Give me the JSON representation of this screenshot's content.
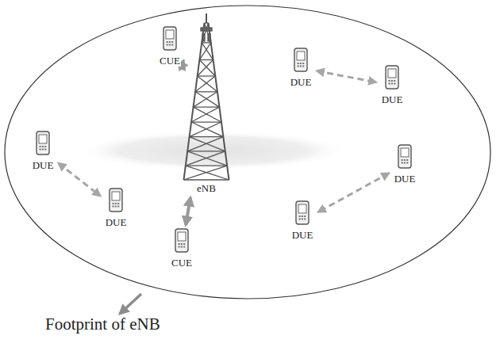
{
  "diagram": {
    "nodes": [
      {
        "text": [
          "CUE"
        ]
      },
      {
        "text": [
          "DUE"
        ]
      },
      {
        "text": [
          "DUE"
        ]
      },
      {
        "text": [
          "eNB"
        ]
      },
      {
        "text": [
          "DUE"
        ]
      },
      {
        "text": [
          "DUE"
        ]
      },
      {
        "text": [
          "DUE"
        ]
      },
      {
        "text": [
          "DUE"
        ]
      },
      {
        "text": [
          "CUE"
        ]
      }
    ],
    "edges": [
      {
        "from": 0,
        "to": 3,
        "arrow": "both"
      },
      {
        "from": 8,
        "to": 3,
        "arrow": "both"
      },
      {
        "from": 1,
        "to": 2,
        "arrow": "both"
      },
      {
        "from": 4,
        "to": 6,
        "arrow": "both"
      },
      {
        "from": 5,
        "to": 7,
        "arrow": "both"
      }
    ],
    "labels": [
      "Footprint of eNB"
    ]
  }
}
